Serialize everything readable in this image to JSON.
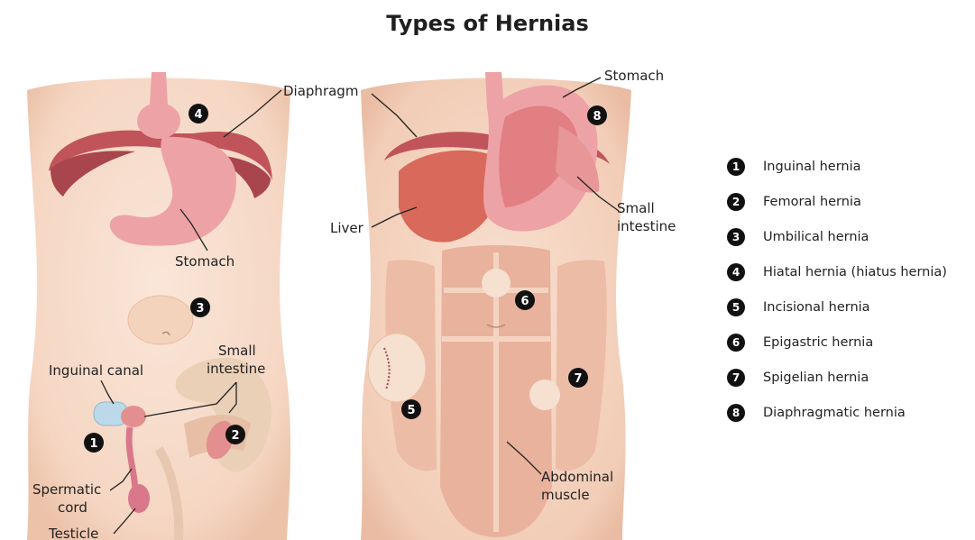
{
  "title": "Types of Hernias",
  "labels": {
    "diaphragm": "Diaphragm",
    "stomach_left": "Stomach",
    "stomach_right": "Stomach",
    "liver": "Liver",
    "small_intestine_left": [
      "Small",
      "intestine"
    ],
    "small_intestine_right": [
      "Small",
      "intestine"
    ],
    "inguinal_canal": "Inguinal canal",
    "spermatic_cord": [
      "Spermatic",
      "cord"
    ],
    "testicle": "Testicle",
    "abdominal_muscle": [
      "Abdominal",
      "muscle"
    ]
  },
  "markers": {
    "left_torso": [
      "4",
      "3",
      "1",
      "2"
    ],
    "right_torso": [
      "8",
      "6",
      "7",
      "5"
    ]
  },
  "legend": [
    {
      "num": "1",
      "label": "Inguinal hernia"
    },
    {
      "num": "2",
      "label": "Femoral hernia"
    },
    {
      "num": "3",
      "label": "Umbilical hernia"
    },
    {
      "num": "4",
      "label": "Hiatal hernia (hiatus hernia)"
    },
    {
      "num": "5",
      "label": "Incisional hernia"
    },
    {
      "num": "6",
      "label": "Epigastric hernia"
    },
    {
      "num": "7",
      "label": "Spigelian hernia"
    },
    {
      "num": "8",
      "label": "Diaphragmatic hernia"
    }
  ],
  "colors": {
    "skin": "#f7dccb",
    "skin_shade": "#efc4ad",
    "diaphragm": "#c0545a",
    "stomach": "#eda2a6",
    "liver": "#d9695a",
    "muscle": "#e9b29c",
    "intestine": "#e9c6a4",
    "marker": "#111111"
  }
}
